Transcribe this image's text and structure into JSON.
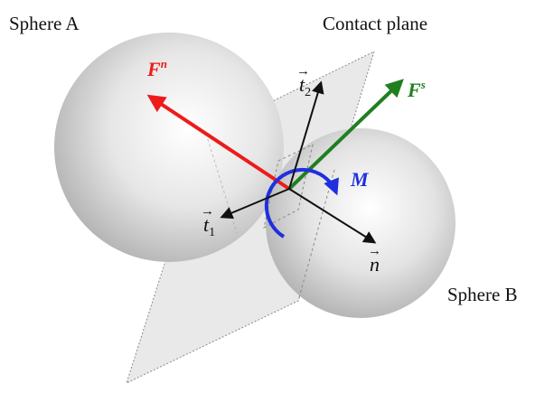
{
  "labels": {
    "sphere_a": "Sphere A",
    "sphere_b": "Sphere B",
    "contact_plane": "Contact plane",
    "normal_force": {
      "base": "F",
      "sup": "n"
    },
    "shear_force": {
      "base": "F",
      "sup": "s"
    },
    "moment": "M",
    "tangent_1": {
      "base": "t",
      "sub": "1",
      "arrow": "→"
    },
    "tangent_2": {
      "base": "t",
      "sub": "2",
      "arrow": "→"
    },
    "normal_vector": {
      "base": "n",
      "arrow": "→"
    }
  },
  "colors": {
    "normal_force": "#ee1b1b",
    "shear_force": "#1f7f1f",
    "moment": "#1f2fe0",
    "axes": "#111111",
    "plane_fill": "#e8e8e8",
    "plane_edge": "#8a8a8a"
  }
}
